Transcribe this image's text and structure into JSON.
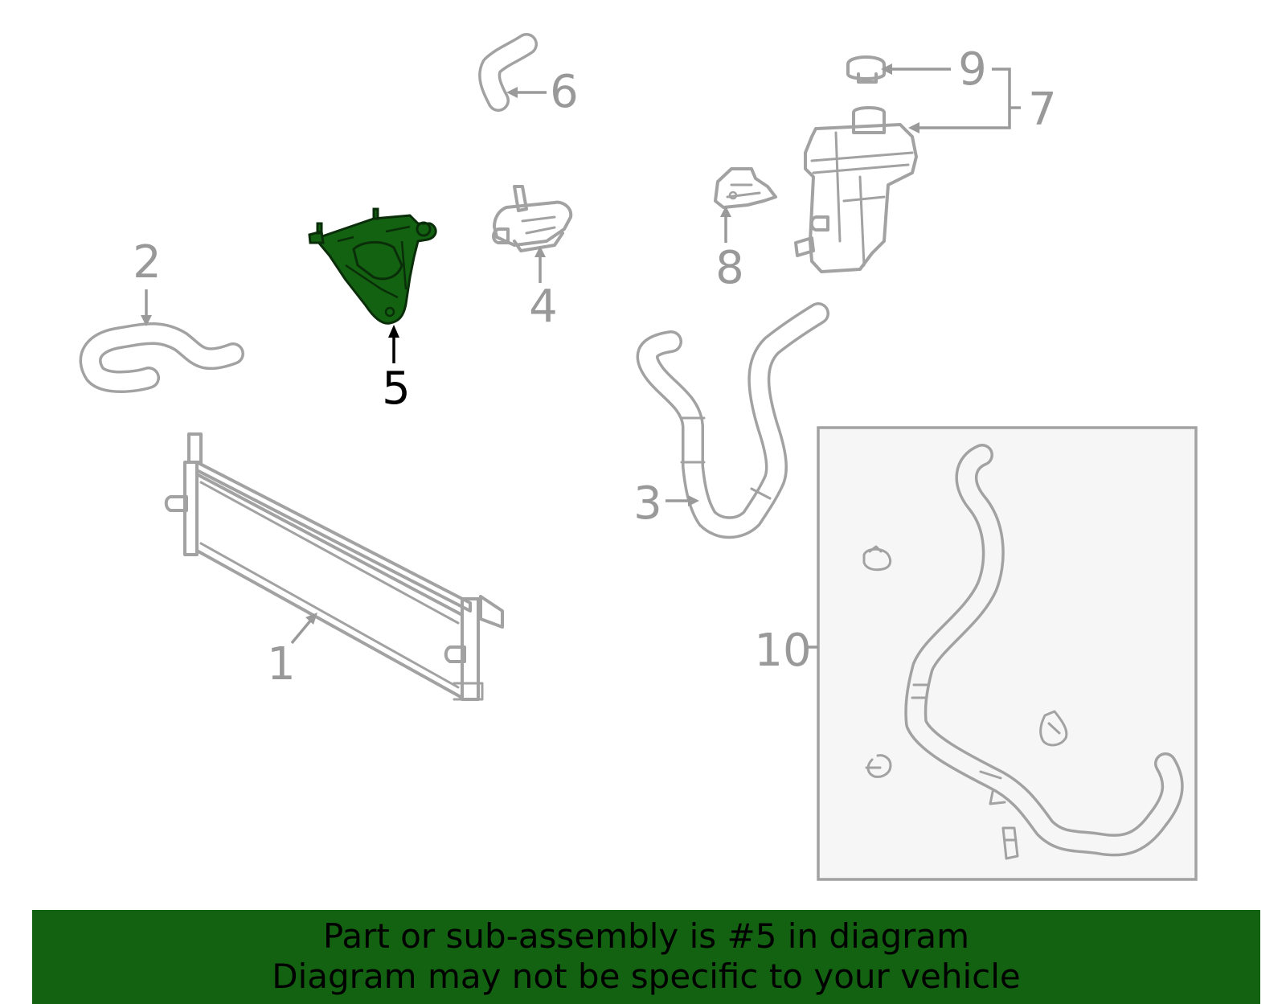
{
  "diagram": {
    "callouts": [
      {
        "id": "1",
        "text": "1"
      },
      {
        "id": "2",
        "text": "2"
      },
      {
        "id": "3",
        "text": "3"
      },
      {
        "id": "4",
        "text": "4"
      },
      {
        "id": "5",
        "text": "5"
      },
      {
        "id": "6",
        "text": "6"
      },
      {
        "id": "7",
        "text": "7"
      },
      {
        "id": "8",
        "text": "8"
      },
      {
        "id": "9",
        "text": "9"
      },
      {
        "id": "10",
        "text": "10"
      }
    ],
    "highlighted_part": "5",
    "colors": {
      "highlight_fill": "#136211",
      "part_outline": "#a2a2a2",
      "label_gray": "#999999",
      "inset_background": "#f6f6f6"
    }
  },
  "banner": {
    "line1": "Part or sub-assembly is #5 in diagram",
    "line2": "Diagram may not be specific to your vehicle",
    "background": "#136211"
  }
}
